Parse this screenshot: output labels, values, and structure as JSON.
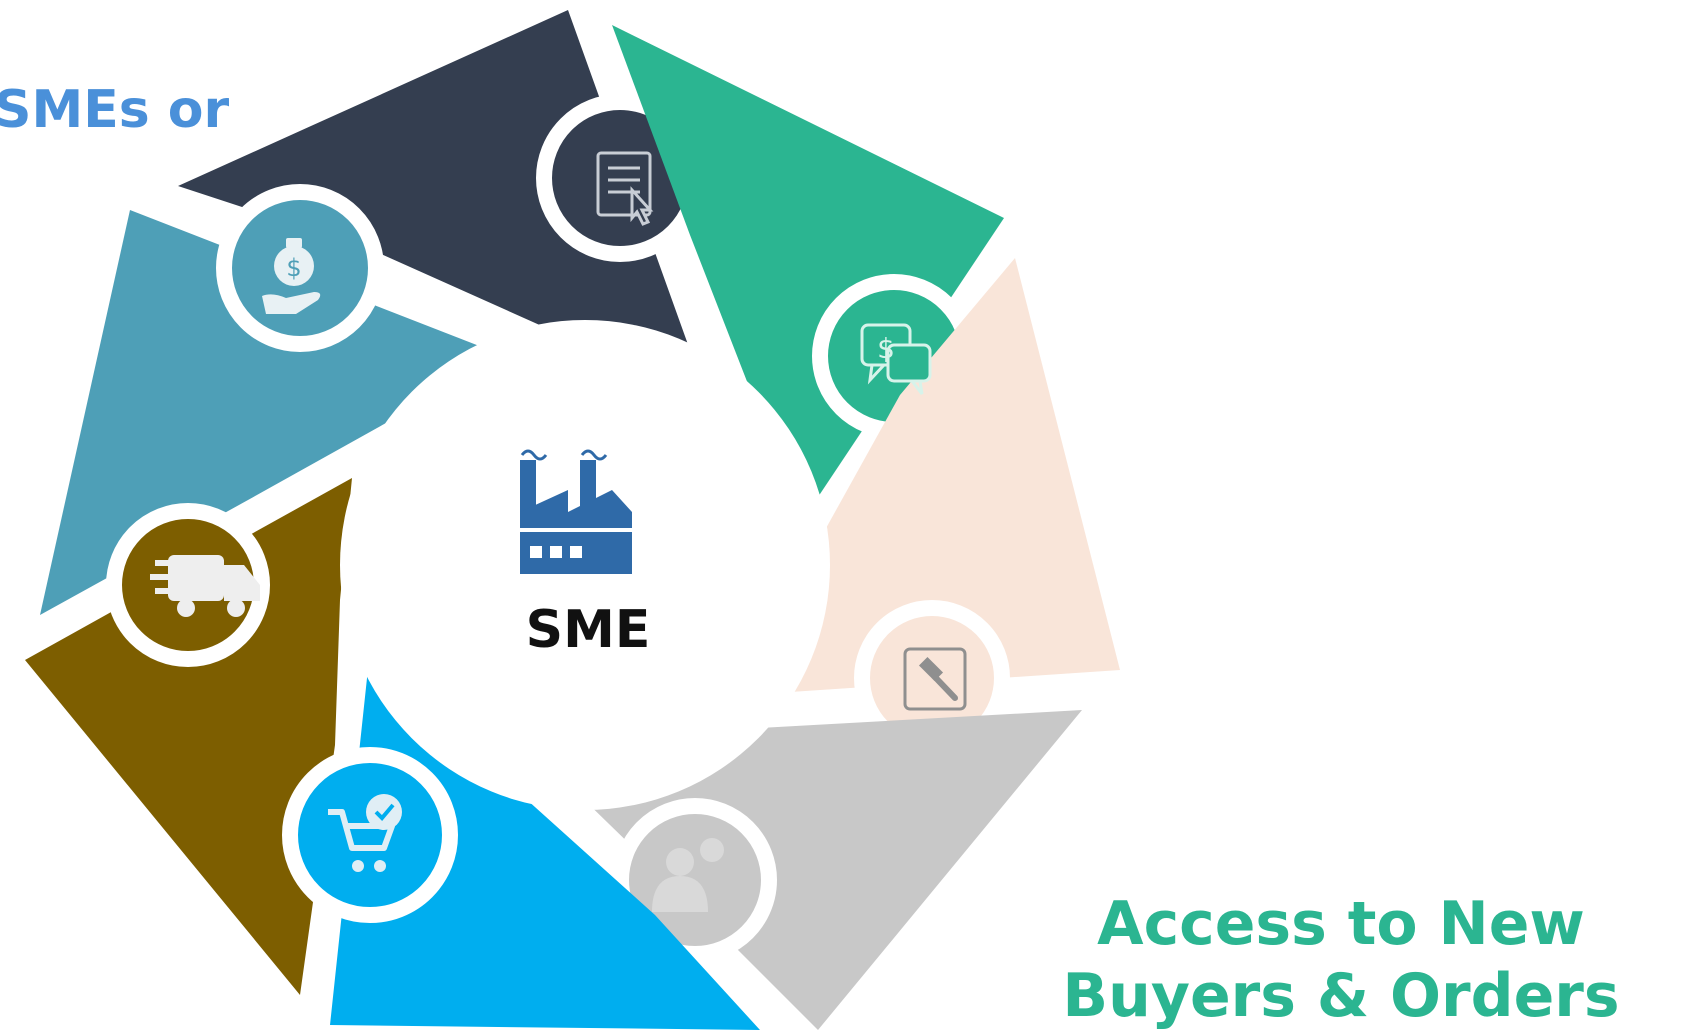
{
  "diagram": {
    "center": {
      "label": "SME",
      "icon": "factory-icon",
      "color": "#2f6aa8"
    },
    "segments": [
      {
        "id": "dark",
        "color": "#343e50",
        "icon": "document-cursor-icon"
      },
      {
        "id": "green",
        "color": "#2bb591",
        "icon": "dollar-chat-icon"
      },
      {
        "id": "peach",
        "color": "#f9e5d9",
        "icon": "gavel-icon"
      },
      {
        "id": "grey",
        "color": "#c8c8c8",
        "icon": "user-alert-icon"
      },
      {
        "id": "blue",
        "color": "#00aeef",
        "icon": "cart-check-icon"
      },
      {
        "id": "brown",
        "color": "#7d5e00",
        "icon": "delivery-truck-icon"
      },
      {
        "id": "teal",
        "color": "#4e9fb7",
        "icon": "money-hand-icon"
      }
    ]
  },
  "captions": {
    "top": "SMEs or",
    "bottom": "Access to New Buyers & Orders"
  },
  "colors": {
    "caption_top": "#4a90d9",
    "caption_bottom": "#2bb591"
  }
}
